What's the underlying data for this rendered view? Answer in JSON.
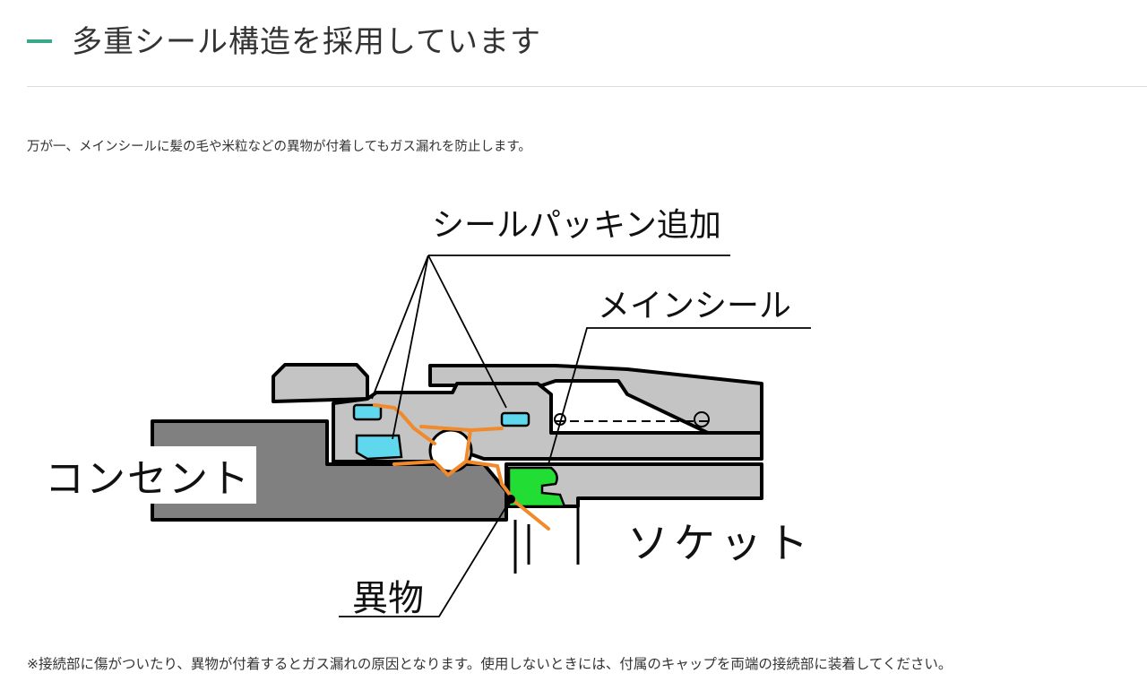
{
  "header": {
    "title": "多重シール構造を採用しています",
    "accent_color": "#3aa98a"
  },
  "lead": "万が一、メインシールに髪の毛や米粒などの異物が付着してもガス漏れを防止します。",
  "diagram": {
    "labels": {
      "added_seal": "シールパッキン追加",
      "main_seal": "メインシール",
      "socket": "ソケット",
      "foreign_matter": "異物",
      "outlet": "コンセント"
    },
    "colors": {
      "seal_added": "#5fd8ee",
      "main_seal": "#22dd33",
      "gas_path": "#f08a2a",
      "outlet": "#808080",
      "socket": "#c4c4c4"
    }
  },
  "note": "※接続部に傷がついたり、異物が付着するとガス漏れの原因となります。使用しないときには、付属のキャップを両端の接続部に装着してください。"
}
